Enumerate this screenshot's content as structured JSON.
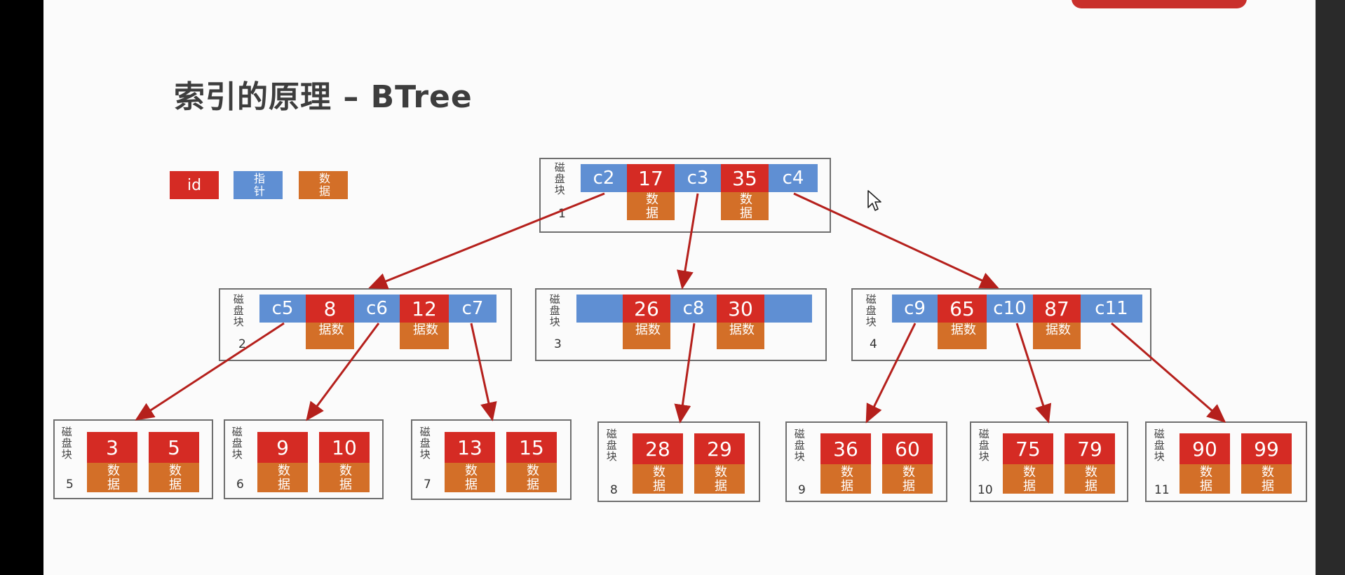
{
  "title": "索引的原理 – BTree",
  "legend": {
    "id": "id",
    "pointer": "指针",
    "data": "数据"
  },
  "block_label": "磁盘块",
  "data_label": "数据",
  "blocks": [
    {
      "num": "1",
      "pointers": [
        "c2",
        "c3",
        "c4"
      ],
      "keys": [
        "17",
        "35"
      ]
    },
    {
      "num": "2",
      "pointers": [
        "c5",
        "c6",
        "c7"
      ],
      "keys": [
        "8",
        "12"
      ]
    },
    {
      "num": "3",
      "pointers": [
        "",
        "c8",
        ""
      ],
      "keys": [
        "26",
        "30"
      ]
    },
    {
      "num": "4",
      "pointers": [
        "c9",
        "c10",
        "c11"
      ],
      "keys": [
        "65",
        "87"
      ]
    },
    {
      "num": "5",
      "keys": [
        "3",
        "5"
      ]
    },
    {
      "num": "6",
      "keys": [
        "9",
        "10"
      ]
    },
    {
      "num": "7",
      "keys": [
        "13",
        "15"
      ]
    },
    {
      "num": "8",
      "keys": [
        "28",
        "29"
      ]
    },
    {
      "num": "9",
      "keys": [
        "36",
        "60"
      ]
    },
    {
      "num": "10",
      "keys": [
        "75",
        "79"
      ]
    },
    {
      "num": "11",
      "keys": [
        "90",
        "99"
      ]
    }
  ],
  "colors": {
    "id": "#d52b24",
    "pointer": "#5f8fd3",
    "data": "#d36f28",
    "arrow": "#b5201c"
  }
}
